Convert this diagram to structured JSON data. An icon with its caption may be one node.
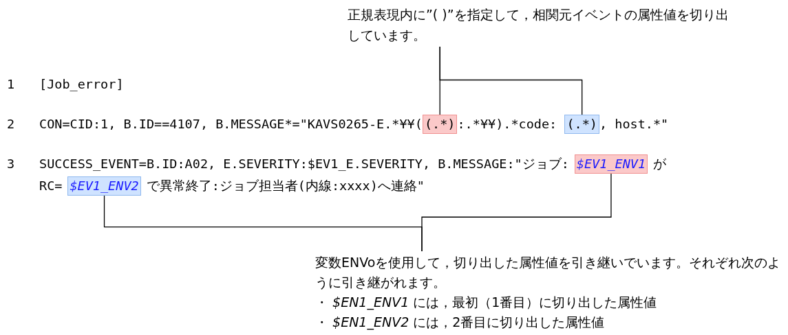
{
  "diagram": {
    "nodes": [
      {
        "text": [
          "正規表現内に”( )”を指定して，相関元イベントの属性値を切り出しています。"
        ]
      },
      {
        "text": [
          "(.*)"
        ]
      },
      {
        "text": [
          "(.*)"
        ]
      },
      {
        "text": [
          "$EV1_ENV1"
        ]
      },
      {
        "text": [
          "$EV1_ENV2"
        ]
      },
      {
        "text": [
          "変数ENVoを使用して，切り出した属性値を引き継いでいます。それぞれ次のように引き継がれます。",
          "・ *$EN1_ENV1* には，最初（1番目）に切り出した属性値",
          "・ *$EN1_ENV2* には，2番目に切り出した属性値"
        ]
      }
    ],
    "edges": [
      {
        "from": 0,
        "to": 1,
        "arrow": "none"
      },
      {
        "from": 0,
        "to": 2,
        "arrow": "none"
      },
      {
        "from": 5,
        "to": 3,
        "arrow": "none"
      },
      {
        "from": 5,
        "to": 4,
        "arrow": "none"
      }
    ],
    "labels": [
      "1",
      "[Job_error]",
      "2",
      "CON=CID:1, B.ID==4107, B.MESSAGE*=\"KAVS0265-E.*¥¥(",
      ":.*¥¥).*code: ",
      ", host.*\"",
      "3",
      "SUCCESS_EVENT=B.ID:A02, E.SEVERITY:$EV1_E.SEVERITY, B.MESSAGE:\"ジョブ:",
      "が",
      "RC=",
      "で異常終了:ジョブ担当者(内線:xxxx)へ連絡\""
    ]
  }
}
